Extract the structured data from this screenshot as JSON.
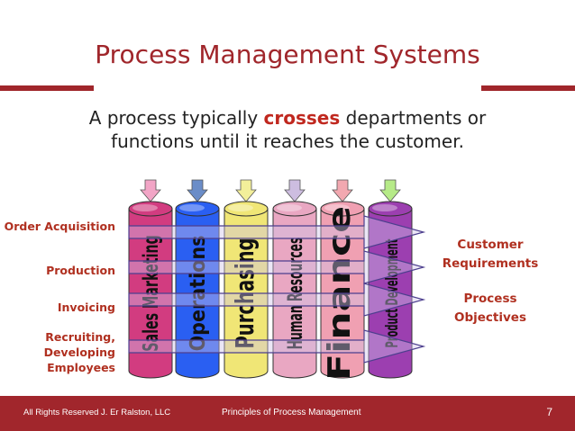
{
  "title": "Process Management Systems",
  "subtitle": {
    "before": "A process typically ",
    "highlight": "crosses",
    "after": " departments or functions until it reaches the customer."
  },
  "departments": [
    {
      "label": "Sales Marketing",
      "color": "#d23c80"
    },
    {
      "label": "Operations",
      "color": "#2a5ff2"
    },
    {
      "label": "Purchasing",
      "color": "#f0e676"
    },
    {
      "label": "Human Resources",
      "color": "#e9a7c2"
    },
    {
      "label": "Finance",
      "color": "#f0a0b2"
    },
    {
      "label": "Product Development",
      "color": "#9c3fb0"
    }
  ],
  "intake_arrow_colors": [
    "#f2a5c6",
    "#6b8dc8",
    "#f3ef9a",
    "#cdbde0",
    "#f2a8b0",
    "#b6ea88"
  ],
  "processes": {
    "order": "Order Acquisition",
    "production": "Production",
    "invoicing": "Invoicing",
    "recruiting": "Recruiting, Developing Employees"
  },
  "outputs": {
    "customer": "Customer Requirements",
    "objectives": "Process Objectives"
  },
  "footer": {
    "left": "All Rights Reserved J. Er Ralston, LLC",
    "center": "Principles of Process Management",
    "page": "7"
  },
  "colors": {
    "accent": "#a0262b",
    "label_red": "#b03020",
    "arrow_fill": "#cfc4ea",
    "arrow_stroke": "#4d3f8e"
  }
}
